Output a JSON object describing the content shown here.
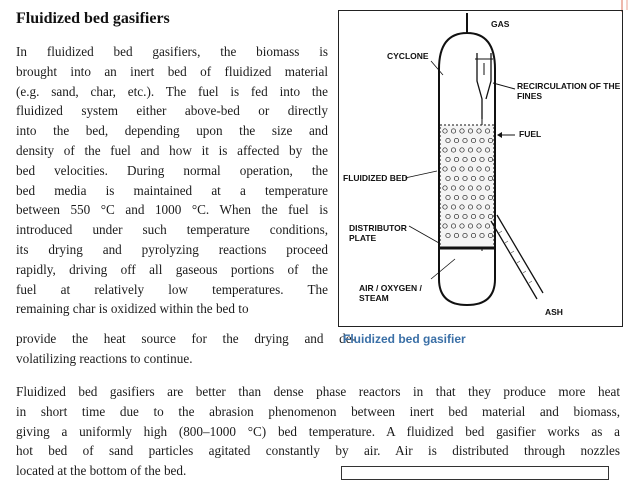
{
  "title": "Fluidized bed gasifiers",
  "para1_lines": [
    "In fluidized bed gasifiers, the biomass is",
    "brought into an inert bed of fluidized material",
    "(e.g. sand, char, etc.). The fuel is fed into the",
    "fluidized system either above-bed or directly",
    "into the bed, depending upon the size and",
    "density of the fuel and how it is affected by the",
    "bed velocities. During normal operation, the",
    "bed media is maintained at a temperature",
    "between 550 °C and 1000 °C. When the fuel is",
    "introduced under such temperature conditions,",
    "its drying and pyrolyzing reactions proceed",
    "rapidly, driving off all gaseous portions of the",
    "fuel at relatively low temperatures. The",
    "remaining char is oxidized within the bed to"
  ],
  "para1b_lines": [
    "provide the heat source for the drying and de-",
    "volatilizing reactions to continue."
  ],
  "para2_lines": [
    "Fluidized bed gasifiers are better than dense phase reactors in that they produce more heat",
    "in short time due to the abrasion phenomenon between inert bed material and biomass,",
    "giving a uniformly high (800–1000 °C) bed temperature. A fluidized bed gasifier works as a",
    "hot bed of sand particles agitated constantly by air. Air is distributed through nozzles",
    "located at the bottom of the bed."
  ],
  "figure": {
    "caption": "Fluidized bed gasifier",
    "labels": {
      "gas": "GAS",
      "cyclone": "CYCLONE",
      "recirc1": "RECIRCULATION OF THE",
      "recirc2": "FINES",
      "fuel": "FUEL",
      "fluidized_bed": "FLUIDIZED BED",
      "distributor1": "DISTRIBUTOR",
      "distributor2": "PLATE",
      "air1": "AIR / OXYGEN /",
      "air2": "STEAM",
      "ash": "ASH"
    }
  },
  "colors": {
    "caption": "#3a6fa6",
    "corner_accent": "#e8a090"
  }
}
